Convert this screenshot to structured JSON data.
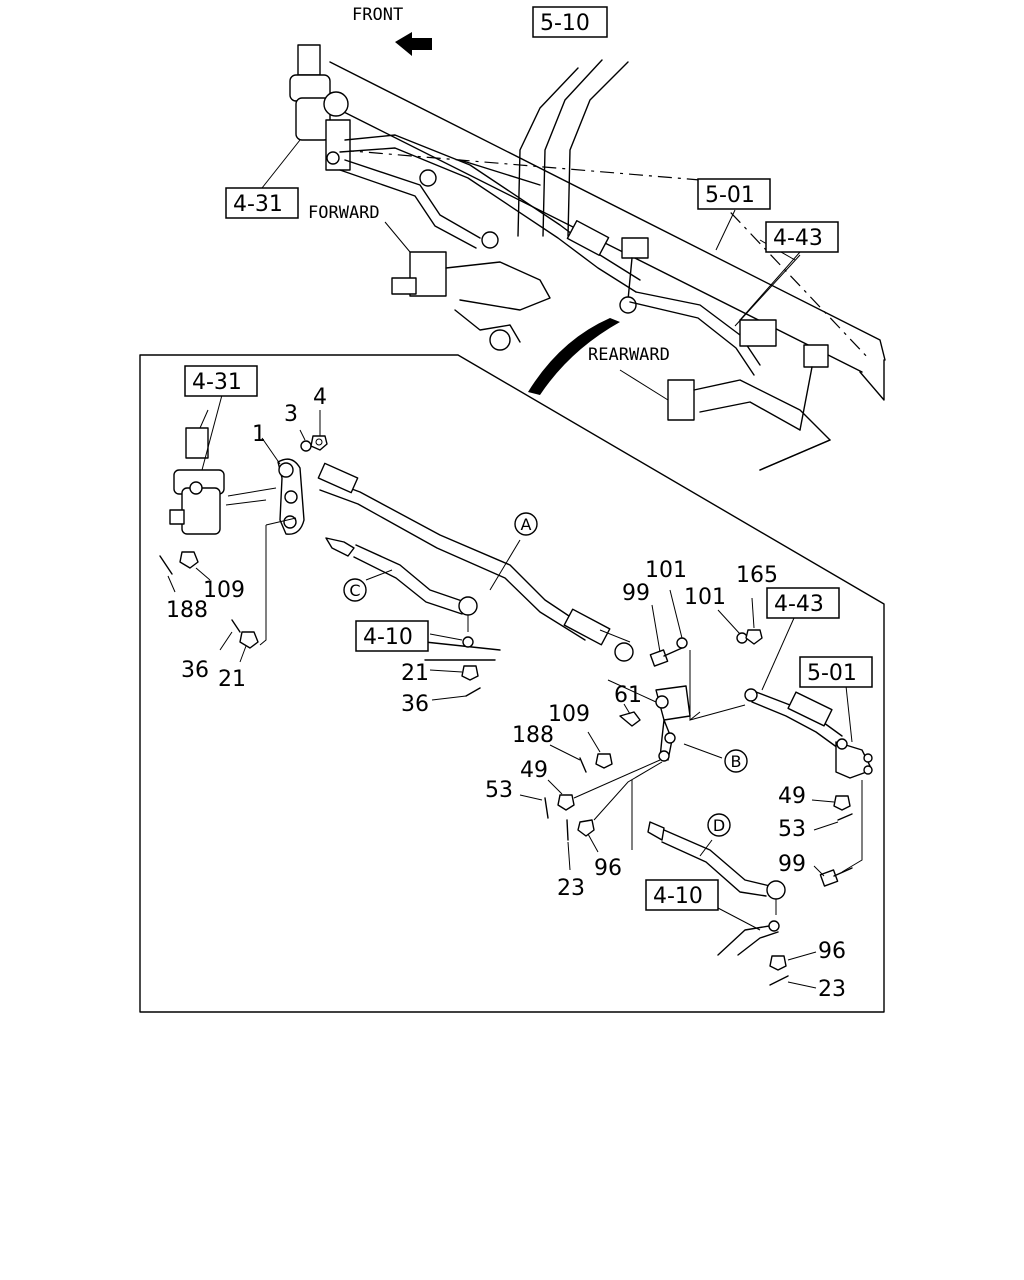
{
  "directions": {
    "front": "FRONT",
    "forward": "FORWARD",
    "rearward": "REARWARD"
  },
  "refs": {
    "r5_10": "5-10",
    "r4_31_top": "4-31",
    "r5_01_top": "5-01",
    "r4_43_top": "4-43",
    "r4_31_detail": "4-31",
    "r4_10_left": "4-10",
    "r4_43_detail": "4-43",
    "r5_01_detail": "5-01",
    "r4_10_bottom": "4-10"
  },
  "circles": {
    "a": "A",
    "b": "B",
    "c": "C",
    "d": "D"
  },
  "parts": {
    "p1": "1",
    "p3": "3",
    "p4": "4",
    "p109_left": "109",
    "p188_left": "188",
    "p36_left": "36",
    "p21_left": "21",
    "p21_mid": "21",
    "p36_mid": "36",
    "p99_mid": "99",
    "p101_top": "101",
    "p101_mid": "101",
    "p165": "165",
    "p61": "61",
    "p109_mid": "109",
    "p188_mid": "188",
    "p49_mid": "49",
    "p53_mid": "53",
    "p23_mid": "23",
    "p96_mid": "96",
    "p49_right": "49",
    "p53_right": "53",
    "p99_right": "99",
    "p96_right": "96",
    "p23_right": "23"
  }
}
